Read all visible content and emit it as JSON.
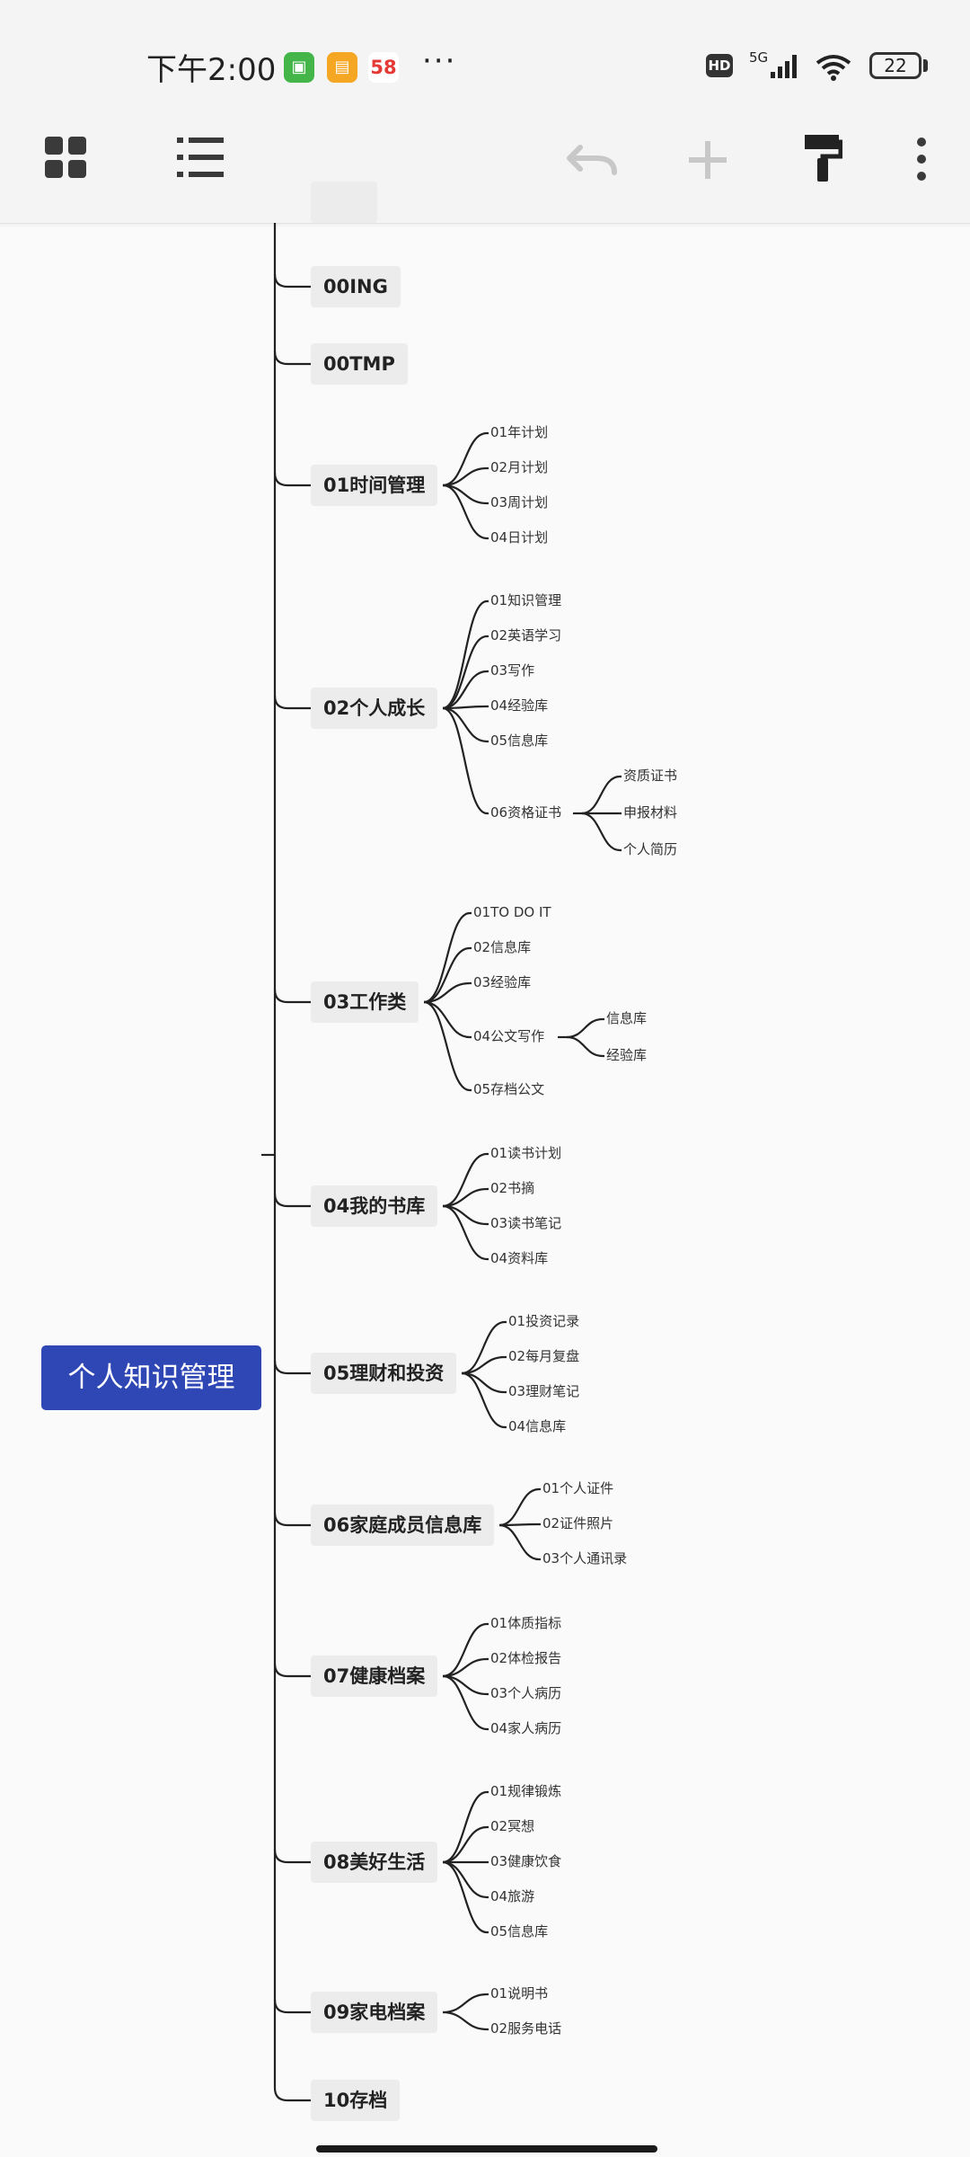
{
  "status_bar": {
    "time": "下午2:00",
    "app_icons": [
      {
        "icon": "message-app-icon",
        "color": "#44b549"
      },
      {
        "icon": "notes-app-icon",
        "color": "#f5a623"
      },
      {
        "text": "58",
        "icon": "58-app-icon"
      }
    ],
    "overflow": "···",
    "hd_badge": "HD",
    "network": "5G",
    "battery": "22"
  },
  "toolbar": {
    "icons": [
      "grid-view-icon",
      "outline-list-icon",
      "undo-icon",
      "add-icon",
      "format-painter-icon",
      "more-vert-icon"
    ]
  },
  "mindmap": {
    "root": "个人知识管理",
    "colors": {
      "root": "#2f47b4",
      "topic_bg": "#ececec",
      "line": "#222222"
    },
    "topics": [
      {
        "label": "00ING",
        "children": []
      },
      {
        "label": "00TMP",
        "children": []
      },
      {
        "label": "01时间管理",
        "children": [
          {
            "label": "01年计划"
          },
          {
            "label": "02月计划"
          },
          {
            "label": "03周计划"
          },
          {
            "label": "04日计划"
          }
        ]
      },
      {
        "label": "02个人成长",
        "children": [
          {
            "label": "01知识管理"
          },
          {
            "label": "02英语学习"
          },
          {
            "label": "03写作"
          },
          {
            "label": "04经验库"
          },
          {
            "label": "05信息库"
          },
          {
            "label": "06资格证书",
            "children": [
              {
                "label": "资质证书"
              },
              {
                "label": "申报材料"
              },
              {
                "label": "个人简历"
              }
            ]
          }
        ]
      },
      {
        "label": "03工作类",
        "children": [
          {
            "label": "01TO DO IT"
          },
          {
            "label": "02信息库"
          },
          {
            "label": "03经验库"
          },
          {
            "label": "04公文写作",
            "children": [
              {
                "label": "信息库"
              },
              {
                "label": "经验库"
              }
            ]
          },
          {
            "label": "05存档公文"
          }
        ]
      },
      {
        "label": "04我的书库",
        "children": [
          {
            "label": "01读书计划"
          },
          {
            "label": "02书摘"
          },
          {
            "label": "03读书笔记"
          },
          {
            "label": "04资料库"
          }
        ]
      },
      {
        "label": "05理财和投资",
        "children": [
          {
            "label": "01投资记录"
          },
          {
            "label": "02每月复盘"
          },
          {
            "label": "03理财笔记"
          },
          {
            "label": "04信息库"
          }
        ]
      },
      {
        "label": "06家庭成员信息库",
        "children": [
          {
            "label": "01个人证件"
          },
          {
            "label": "02证件照片"
          },
          {
            "label": "03个人通讯录"
          }
        ]
      },
      {
        "label": "07健康档案",
        "children": [
          {
            "label": "01体质指标"
          },
          {
            "label": "02体检报告"
          },
          {
            "label": "03个人病历"
          },
          {
            "label": "04家人病历"
          }
        ]
      },
      {
        "label": "08美好生活",
        "children": [
          {
            "label": "01规律锻炼"
          },
          {
            "label": "02冥想"
          },
          {
            "label": "03健康饮食"
          },
          {
            "label": "04旅游"
          },
          {
            "label": "05信息库"
          }
        ]
      },
      {
        "label": "09家电档案",
        "children": [
          {
            "label": "01说明书"
          },
          {
            "label": "02服务电话"
          }
        ]
      },
      {
        "label": "10存档",
        "children": []
      }
    ]
  }
}
